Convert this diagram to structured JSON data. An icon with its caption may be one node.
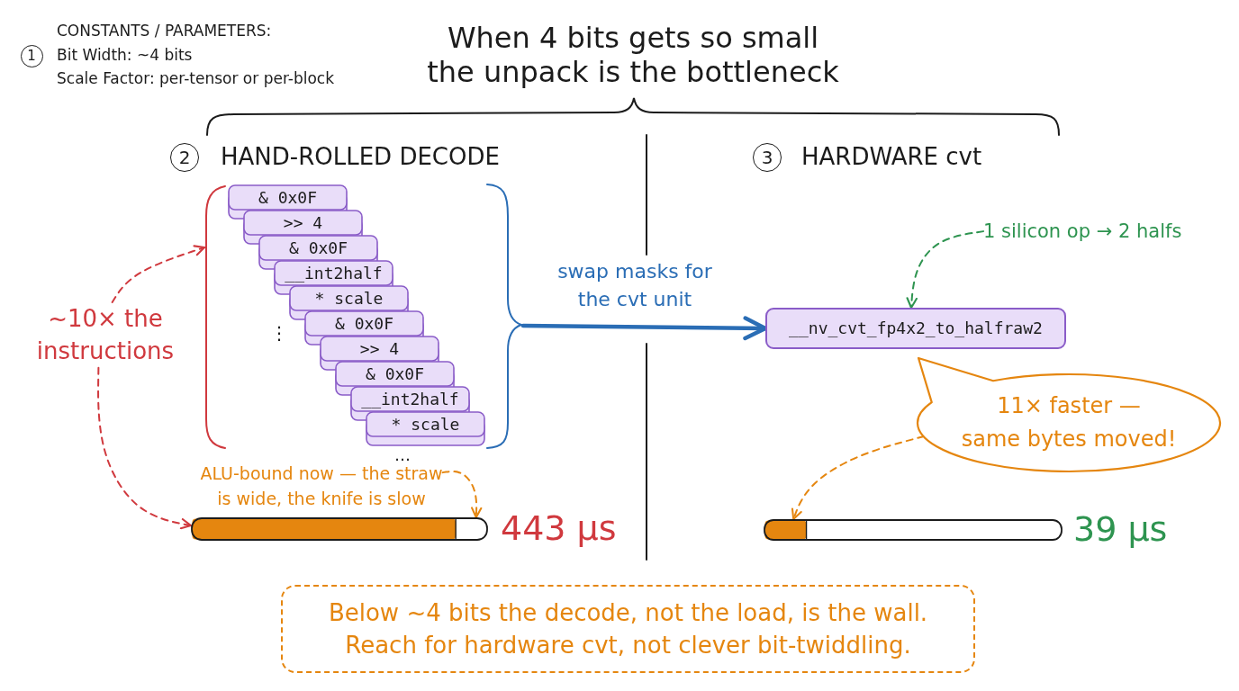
{
  "diagram": {
    "title": "When 4 bits gets so small the unpack is the bottleneck",
    "nodes": [
      {
        "text": [],
        "shape": "bracket"
      },
      {
        "text": [
          "& 0x0F"
        ],
        "in": 0
      },
      {
        "text": [
          ">> 4"
        ],
        "in": 0
      },
      {
        "text": [
          "& 0x0F"
        ],
        "in": 0
      },
      {
        "text": [
          "__int2half"
        ],
        "in": 0
      },
      {
        "text": [
          "* scale"
        ],
        "in": 0
      },
      {
        "text": [
          "& 0x0F"
        ],
        "in": 0
      },
      {
        "text": [
          ">> 4"
        ],
        "in": 0
      },
      {
        "text": [
          "& 0x0F"
        ],
        "in": 0
      },
      {
        "text": [
          "__int2half"
        ],
        "in": 0
      },
      {
        "text": [
          "* scale"
        ],
        "in": 0
      },
      {
        "text": [
          "1 silicon op → 2 halfs"
        ]
      },
      {
        "text": [
          "__nv_cvt_fp4x2_to_halfraw2"
        ]
      },
      {
        "text": [
          "~10× the instructions"
        ]
      },
      {
        "text": [
          "11× faster — same bytes moved!"
        ]
      },
      {
        "text": [
          "ALU-bound now — the straw is wide, the knife is slow"
        ]
      },
      {
        "text": [],
        "shape": "bar",
        "beside": [
          "443 µs"
        ]
      },
      {
        "text": [],
        "shape": "bar",
        "beside": [
          "39 µs"
        ]
      },
      {
        "text": [
          "Below ~4 bits the decode, not the load, is the wall. Reach for hardware cvt, not clever bit-twiddling."
        ]
      }
    ],
    "edges": [
      {
        "from": 13,
        "to": 0,
        "arrow": "to",
        "style": "dashed",
        "color": "#d0393e"
      },
      {
        "from": 13,
        "to": 16,
        "arrow": "to",
        "style": "dashed",
        "color": "#d0393e"
      },
      {
        "from": 15,
        "to": 16,
        "arrow": "to",
        "style": "dashed",
        "color": "#e5860f"
      },
      {
        "from": 0,
        "to": 12,
        "arrow": "to",
        "label": "swap masks for the cvt unit",
        "style": "thick",
        "color": "#2a6db5"
      },
      {
        "from": 11,
        "to": 12,
        "arrow": "to",
        "style": "dashed",
        "color": "#2e9450"
      },
      {
        "from": 14,
        "to": 17,
        "arrow": "to",
        "style": "dashed",
        "color": "#e5860f"
      }
    ],
    "labels": [
      "CONSTANTS / PARAMETERS:",
      "1",
      "Bit Width: ~4 bits",
      "Scale Factor: per-tensor or per-block",
      "2",
      "HAND-ROLLED DECODE",
      "3",
      "HARDWARE cvt",
      "⋮",
      "…"
    ]
  }
}
